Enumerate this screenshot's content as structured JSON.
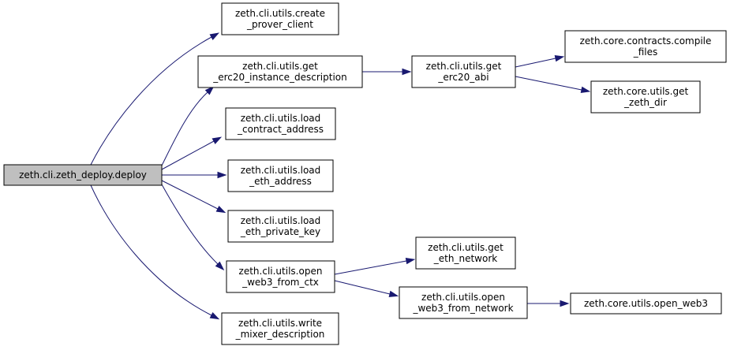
{
  "colors": {
    "edge": "#191970",
    "root_fill": "#bfbfbf",
    "node_fill": "#ffffff",
    "border": "#000000"
  },
  "nodes": [
    {
      "id": "deploy",
      "label": [
        "zeth.cli.zeth_deploy.deploy"
      ],
      "root": true
    },
    {
      "id": "create_prover_client",
      "label": [
        "zeth.cli.utils.create",
        "_prover_client"
      ]
    },
    {
      "id": "get_erc20_instance_description",
      "label": [
        "zeth.cli.utils.get",
        "_erc20_instance_description"
      ]
    },
    {
      "id": "load_contract_address",
      "label": [
        "zeth.cli.utils.load",
        "_contract_address"
      ]
    },
    {
      "id": "load_eth_address",
      "label": [
        "zeth.cli.utils.load",
        "_eth_address"
      ]
    },
    {
      "id": "load_eth_private_key",
      "label": [
        "zeth.cli.utils.load",
        "_eth_private_key"
      ]
    },
    {
      "id": "open_web3_from_ctx",
      "label": [
        "zeth.cli.utils.open",
        "_web3_from_ctx"
      ]
    },
    {
      "id": "write_mixer_description",
      "label": [
        "zeth.cli.utils.write",
        "_mixer_description"
      ]
    },
    {
      "id": "get_erc20_abi",
      "label": [
        "zeth.cli.utils.get",
        "_erc20_abi"
      ]
    },
    {
      "id": "compile_files",
      "label": [
        "zeth.core.contracts.compile",
        "_files"
      ]
    },
    {
      "id": "get_zeth_dir",
      "label": [
        "zeth.core.utils.get",
        "_zeth_dir"
      ]
    },
    {
      "id": "get_eth_network",
      "label": [
        "zeth.cli.utils.get",
        "_eth_network"
      ]
    },
    {
      "id": "open_web3_from_network",
      "label": [
        "zeth.cli.utils.open",
        "_web3_from_network"
      ]
    },
    {
      "id": "open_web3",
      "label": [
        "zeth.core.utils.open_web3"
      ]
    }
  ],
  "edges": [
    {
      "from": "deploy",
      "to": "create_prover_client"
    },
    {
      "from": "deploy",
      "to": "get_erc20_instance_description"
    },
    {
      "from": "deploy",
      "to": "load_contract_address"
    },
    {
      "from": "deploy",
      "to": "load_eth_address"
    },
    {
      "from": "deploy",
      "to": "load_eth_private_key"
    },
    {
      "from": "deploy",
      "to": "open_web3_from_ctx"
    },
    {
      "from": "deploy",
      "to": "write_mixer_description"
    },
    {
      "from": "get_erc20_instance_description",
      "to": "get_erc20_abi"
    },
    {
      "from": "get_erc20_abi",
      "to": "compile_files"
    },
    {
      "from": "get_erc20_abi",
      "to": "get_zeth_dir"
    },
    {
      "from": "open_web3_from_ctx",
      "to": "get_eth_network"
    },
    {
      "from": "open_web3_from_ctx",
      "to": "open_web3_from_network"
    },
    {
      "from": "open_web3_from_network",
      "to": "open_web3"
    }
  ]
}
